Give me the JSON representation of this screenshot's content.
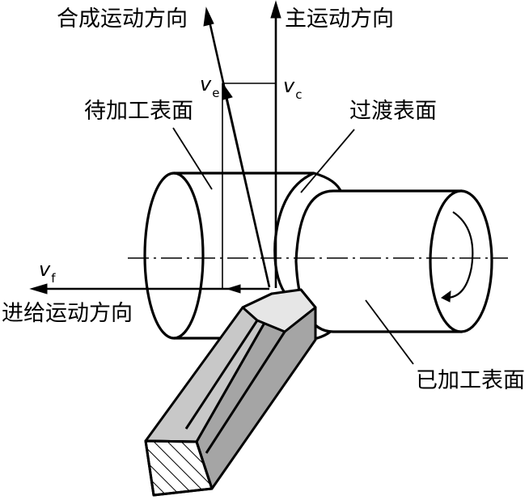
{
  "labels": {
    "resultant_motion": "合成运动方向",
    "main_motion": "主运动方向",
    "surface_to_machine": "待加工表面",
    "transition_surface": "过渡表面",
    "feed_motion": "进给运动方向",
    "machined_surface": "已加工表面"
  },
  "vectors": {
    "ve": {
      "symbol": "v",
      "sub": "e"
    },
    "vc": {
      "symbol": "v",
      "sub": "c"
    },
    "vf": {
      "symbol": "v",
      "sub": "f"
    }
  },
  "colors": {
    "line": "#000000",
    "background": "#ffffff",
    "tool_front_face": "#c8c8c8",
    "tool_side_face": "#a5a5a5",
    "tool_top_face": "#e6e6e6",
    "tool_end_face": "#ffffff"
  }
}
